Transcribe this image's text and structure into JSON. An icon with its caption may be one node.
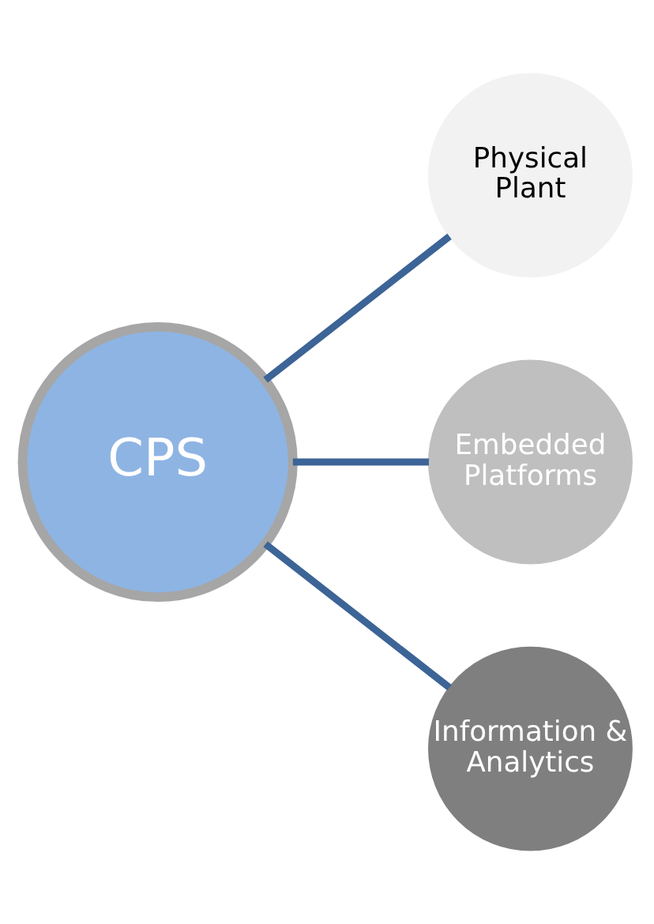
{
  "diagram": {
    "nodes": [
      {
        "text": [
          "CPS"
        ]
      },
      {
        "text": [
          "Physical Plant"
        ]
      },
      {
        "text": [
          "Embedded Platforms"
        ]
      },
      {
        "text": [
          "Information & Analytics"
        ]
      }
    ],
    "edges": [
      {
        "from": 0,
        "to": 1,
        "arrow": "none"
      },
      {
        "from": 0,
        "to": 2,
        "arrow": "none"
      },
      {
        "from": 0,
        "to": 3,
        "arrow": "none"
      }
    ]
  }
}
